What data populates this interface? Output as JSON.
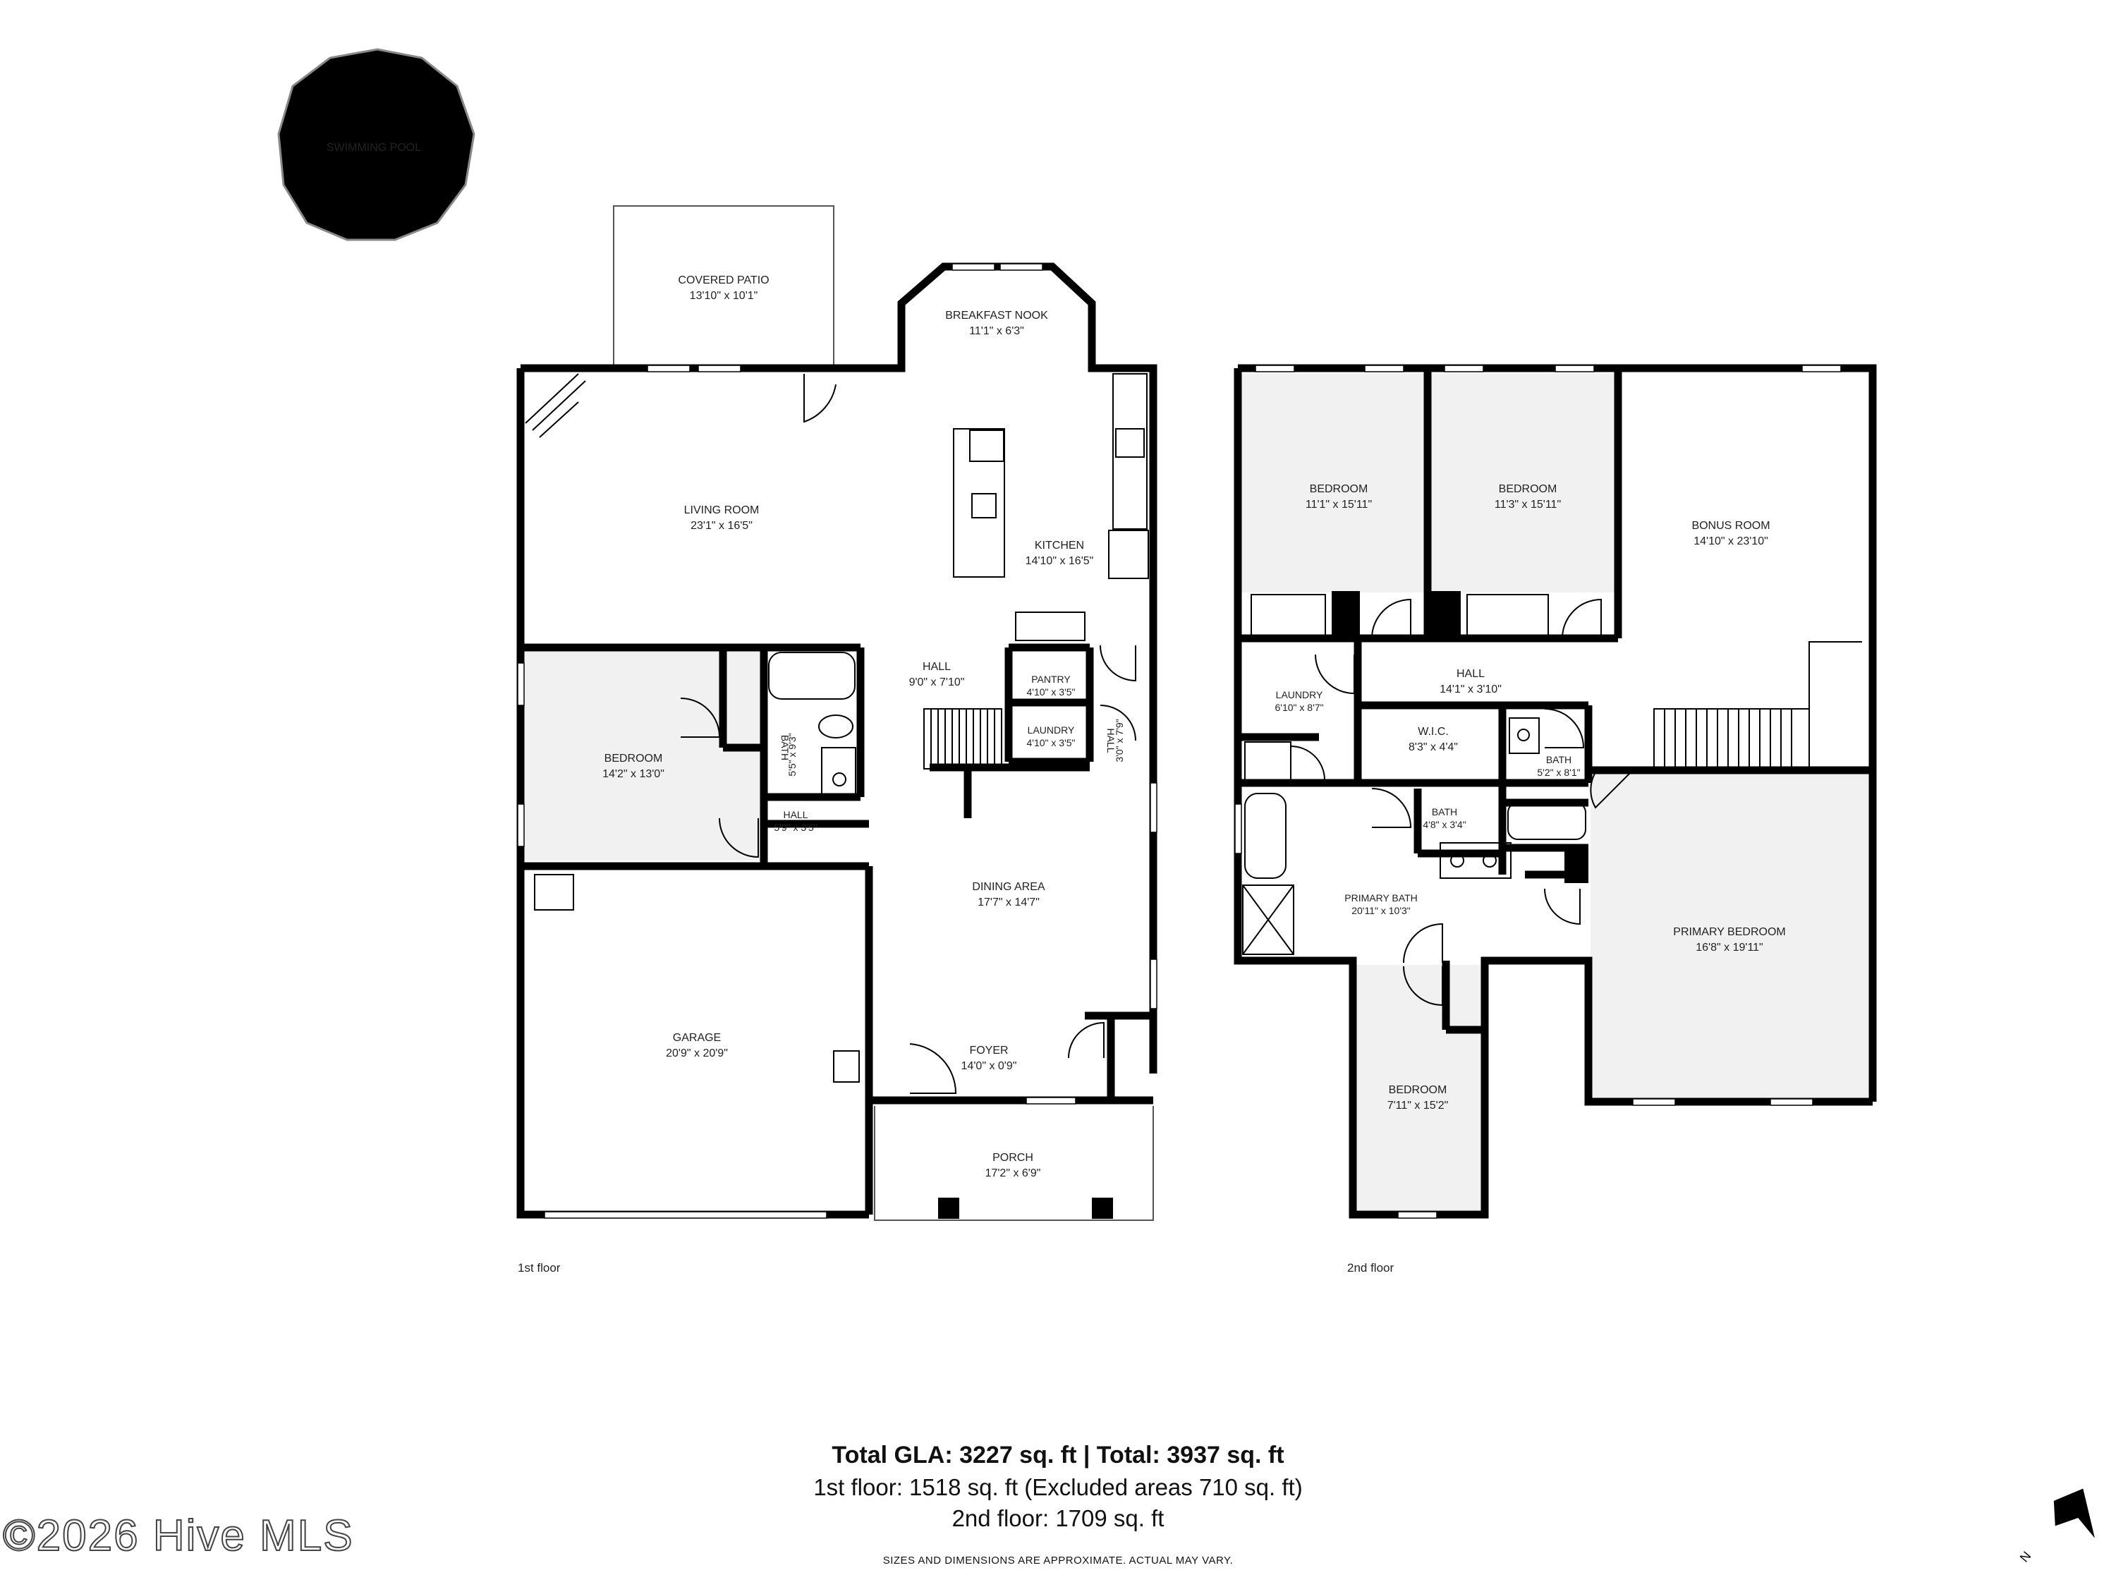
{
  "rooms_first_floor": {
    "swimming_pool": "SWIMMING POOL",
    "covered_patio": {
      "name": "COVERED PATIO",
      "dim": "13'10\" x 10'1\""
    },
    "breakfast_nook": {
      "name": "BREAKFAST NOOK",
      "dim": "11'1\" x 6'3\""
    },
    "living_room": {
      "name": "LIVING ROOM",
      "dim": "23'1\" x 16'5\""
    },
    "kitchen": {
      "name": "KITCHEN",
      "dim": "14'10\" x 16'5\""
    },
    "hall_main": {
      "name": "HALL",
      "dim": "9'0\" x 7'10\""
    },
    "pantry": {
      "name": "PANTRY",
      "dim": "4'10\" x 3'5\""
    },
    "laundry": {
      "name": "LAUNDRY",
      "dim": "4'10\" x 3'5\""
    },
    "hall_side": {
      "name": "HALL",
      "dim": "3'0\" x 7'9\""
    },
    "bedroom": {
      "name": "BEDROOM",
      "dim": "14'2\" x 13'0\""
    },
    "bath": {
      "name": "BATH",
      "dim": "5'5\" x 9'3\""
    },
    "hall_small": {
      "name": "HALL",
      "dim": "5'9\" x 3'5\""
    },
    "dining_area": {
      "name": "DINING AREA",
      "dim": "17'7\" x 14'7\""
    },
    "garage": {
      "name": "GARAGE",
      "dim": "20'9\" x 20'9\""
    },
    "foyer": {
      "name": "FOYER",
      "dim": "14'0\" x 0'9\""
    },
    "porch": {
      "name": "PORCH",
      "dim": "17'2\" x 6'9\""
    }
  },
  "rooms_second_floor": {
    "bedroom_a": {
      "name": "BEDROOM",
      "dim": "11'1\" x 15'11\""
    },
    "bedroom_b": {
      "name": "BEDROOM",
      "dim": "11'3\" x 15'11\""
    },
    "bonus_room": {
      "name": "BONUS ROOM",
      "dim": "14'10\" x 23'10\""
    },
    "laundry": {
      "name": "LAUNDRY",
      "dim": "6'10\" x 8'7\""
    },
    "hall": {
      "name": "HALL",
      "dim": "14'1\" x 3'10\""
    },
    "wic": {
      "name": "W.I.C.",
      "dim": "8'3\" x 4'4\""
    },
    "bath_a": {
      "name": "BATH",
      "dim": "5'2\" x 8'1\""
    },
    "bath_b": {
      "name": "BATH",
      "dim": "4'8\" x 3'4\""
    },
    "primary_bath": {
      "name": "PRIMARY BATH",
      "dim": "20'11\" x 10'3\""
    },
    "primary_bedroom": {
      "name": "PRIMARY BEDROOM",
      "dim": "16'8\" x 19'11\""
    },
    "bedroom_c": {
      "name": "BEDROOM",
      "dim": "7'11\" x 15'2\""
    }
  },
  "floor_labels": {
    "first": "1st floor",
    "second": "2nd floor"
  },
  "summary": {
    "total": "Total GLA: 3227 sq. ft | Total: 3937 sq. ft",
    "first": "1st floor: 1518 sq. ft (Excluded areas 710 sq. ft)",
    "second": "2nd floor: 1709 sq. ft",
    "disclaimer": "SIZES AND DIMENSIONS ARE APPROXIMATE. ACTUAL MAY VARY."
  },
  "watermark": "©2026 Hive MLS",
  "compass": "N",
  "colors": {
    "wall": "#000000",
    "shaded_room": "#f1f1f1",
    "pool": "#000000"
  }
}
